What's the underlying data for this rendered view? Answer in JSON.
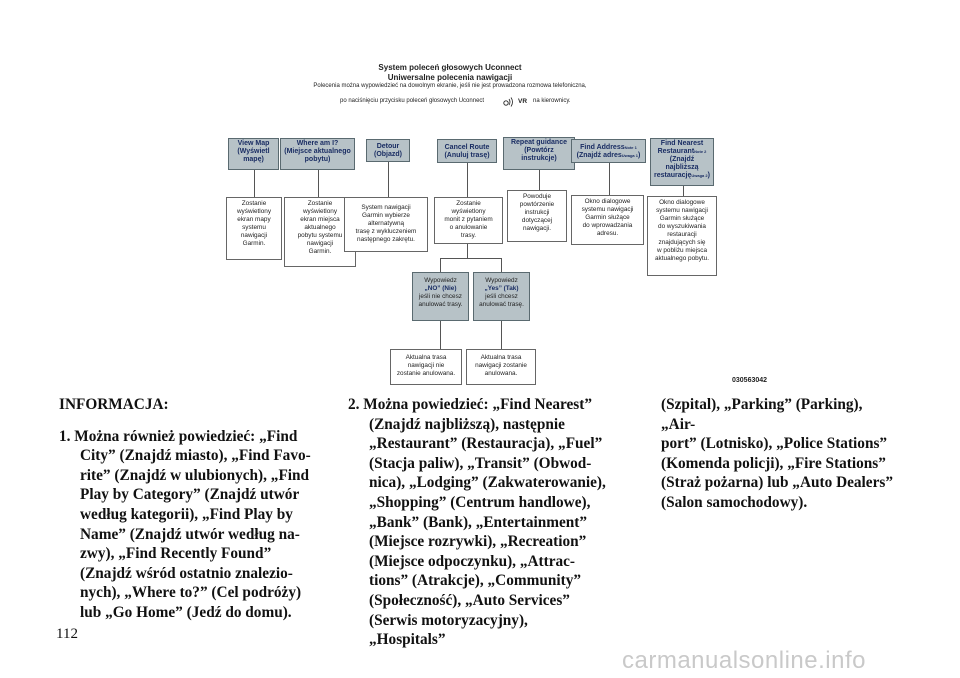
{
  "diagram": {
    "title": "System poleceń głosowych Uconnect",
    "subtitle": "Uniwersalne polecenia nawigacji",
    "note1": "Polecenia można wypowiedzieć na dowolnym ekranie, jeśli nie jest prowadzona rozmowa telefoniczna,",
    "note2_a": "po naciśnięciu przycisku poleceń głosowych Uconnect",
    "note2_icon": "VR",
    "note2_b": "na kierownicy.",
    "commands": [
      {
        "line1": "View Map",
        "line2": "(Wyświetl",
        "line3": "mapę)"
      },
      {
        "line1": "Where am I?",
        "line2": "(Miejsce aktualnego",
        "line3": "pobytu)"
      },
      {
        "line1": "Detour",
        "line2": "(Objazd)",
        "line3": ""
      },
      {
        "line1": "Cancel Route",
        "line2": "(Anuluj trasę)",
        "line3": ""
      },
      {
        "line1": "Repeat guidance",
        "line2": "(Powtórz",
        "line3": "instrukcje)"
      },
      {
        "line1": "Find Address",
        "note_a": "Note 1",
        "line2": "(Znajdź adres",
        "note_b": "Uwaga 1",
        "line3": ")"
      },
      {
        "line1": "Find Nearest",
        "line2": "Restaurant",
        "note_a": "Note 2",
        "line3": "(Znajdź",
        "line4": "najbliższą",
        "line5": "restaurację",
        "note_b": "Uwaga 2",
        "line6": ")"
      }
    ],
    "results": [
      [
        "Zostanie",
        "wyświetlony",
        "ekran mapy",
        "systemu",
        "nawigacji",
        "Garmin."
      ],
      [
        "Zostanie",
        "wyświetlony",
        "ekran miejsca",
        "aktualnego",
        "pobytu systemu",
        "nawigacji",
        "Garmin."
      ],
      [
        "System nawigacji",
        "Garmin wybierze",
        "alternatywną",
        "trasę z wykluczeniem",
        "następnego zakrętu."
      ],
      [
        "Zostanie",
        "wyświetlony",
        "monit z pytaniem",
        "o anulowanie",
        "trasy."
      ],
      [
        "Powoduje",
        "powtórzenie",
        "instrukcji",
        "dotyczącej",
        "nawigacji."
      ],
      [
        "Okno dialogowe",
        "systemu nawigacji",
        "Garmin służące",
        "do wprowadzania",
        "adresu."
      ],
      [
        "Okno dialogowe",
        "systemu nawigacji",
        "Garmin służące",
        "do wyszukiwania",
        "restauracji",
        "znajdujących się",
        "w pobliżu miejsca",
        "aktualnego pobytu."
      ]
    ],
    "options": [
      {
        "line1": "Wypowiedz",
        "line2": "„NO” (Nie)",
        "line3": "jeśli nie chcesz",
        "line4": "anulować trasy."
      },
      {
        "line1": "Wypowiedz",
        "line2": "„Yes” (Tak)",
        "line3": "jeśli chcesz",
        "line4": "anulować trasę."
      }
    ],
    "outcomes": [
      [
        "Aktualna trasa",
        "nawigacji nie",
        "zostanie anulowana."
      ],
      [
        "Aktualna trasa",
        "nawigacji zostanie",
        "anulowana."
      ]
    ],
    "code": "030563042"
  },
  "text": {
    "heading": "INFORMACJA:",
    "item1_lines": [
      "1. Można również powiedzieć: „Find",
      "City” (Znajdź miasto), „Find Favo-",
      "rite” (Znajdź w ulubionych), „Find",
      "Play by Category” (Znajdź utwór",
      "według kategorii), „Find Play by",
      "Name” (Znajdź utwór według na-",
      "zwy), „Find Recently Found”",
      "(Znajdź wśród ostatnio znalezio-",
      "nych), „Where to?” (Cel podróży)",
      "lub „Go Home” (Jedź do domu)."
    ],
    "item2_lines": [
      "2. Można powiedzieć: „Find Nearest”",
      "(Znajdź najbliższą), następnie",
      "„Restaurant” (Restauracja), „Fuel”",
      "(Stacja paliw), „Transit” (Obwod-",
      "nica), „Lodging” (Zakwaterowanie),",
      "„Shopping” (Centrum handlowe),",
      "„Bank” (Bank), „Entertainment”",
      "(Miejsce rozrywki), „Recreation”",
      "(Miejsce odpoczynku), „Attrac-",
      "tions” (Atrakcje), „Community”",
      "(Społeczność), „Auto Services”",
      "(Serwis motoryzacyjny), „Hospitals”"
    ],
    "item2_cont_lines": [
      "(Szpital), „Parking” (Parking), „Air-",
      "port” (Lotnisko), „Police Stations”",
      "(Komenda policji), „Fire Stations”",
      "(Straż pożarna) lub „Auto Dealers”",
      "(Salon samochodowy)."
    ]
  },
  "page_number": "112",
  "watermark": "carmanualsonline.info"
}
